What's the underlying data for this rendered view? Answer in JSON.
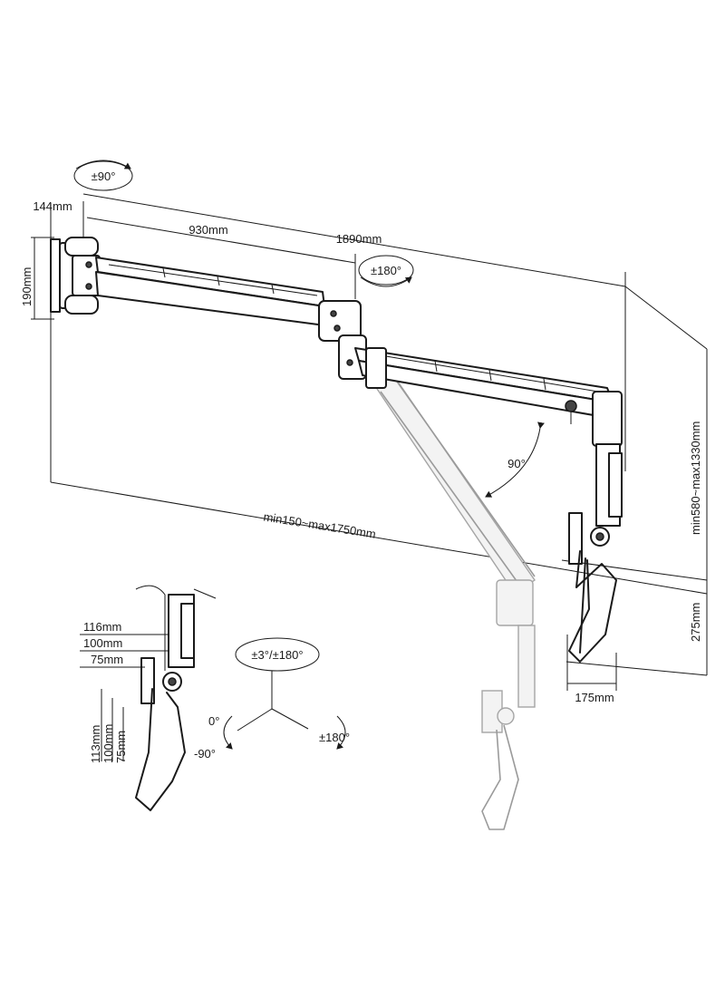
{
  "dimensions": {
    "mount_depth": "144mm",
    "mount_height": "190mm",
    "first_arm_length": "930mm",
    "total_arm_length": "1890mm",
    "extension_range": "min150~max1750mm",
    "height_range": "min580~max1330mm",
    "bracket_height": "275mm",
    "bracket_width": "175mm",
    "detail_116": "116mm",
    "detail_100": "100mm",
    "detail_75": "75mm",
    "detail_113_v": "113mm",
    "detail_100_v": "100mm",
    "detail_75_v": "75mm"
  },
  "angles": {
    "wall_swivel": "±90°",
    "elbow_swivel": "±180°",
    "arm_tilt": "90°",
    "tilt_rotate": "±3°/±180°",
    "zero": "0°",
    "minus_ninety": "-90°",
    "rotate": "±180°"
  }
}
